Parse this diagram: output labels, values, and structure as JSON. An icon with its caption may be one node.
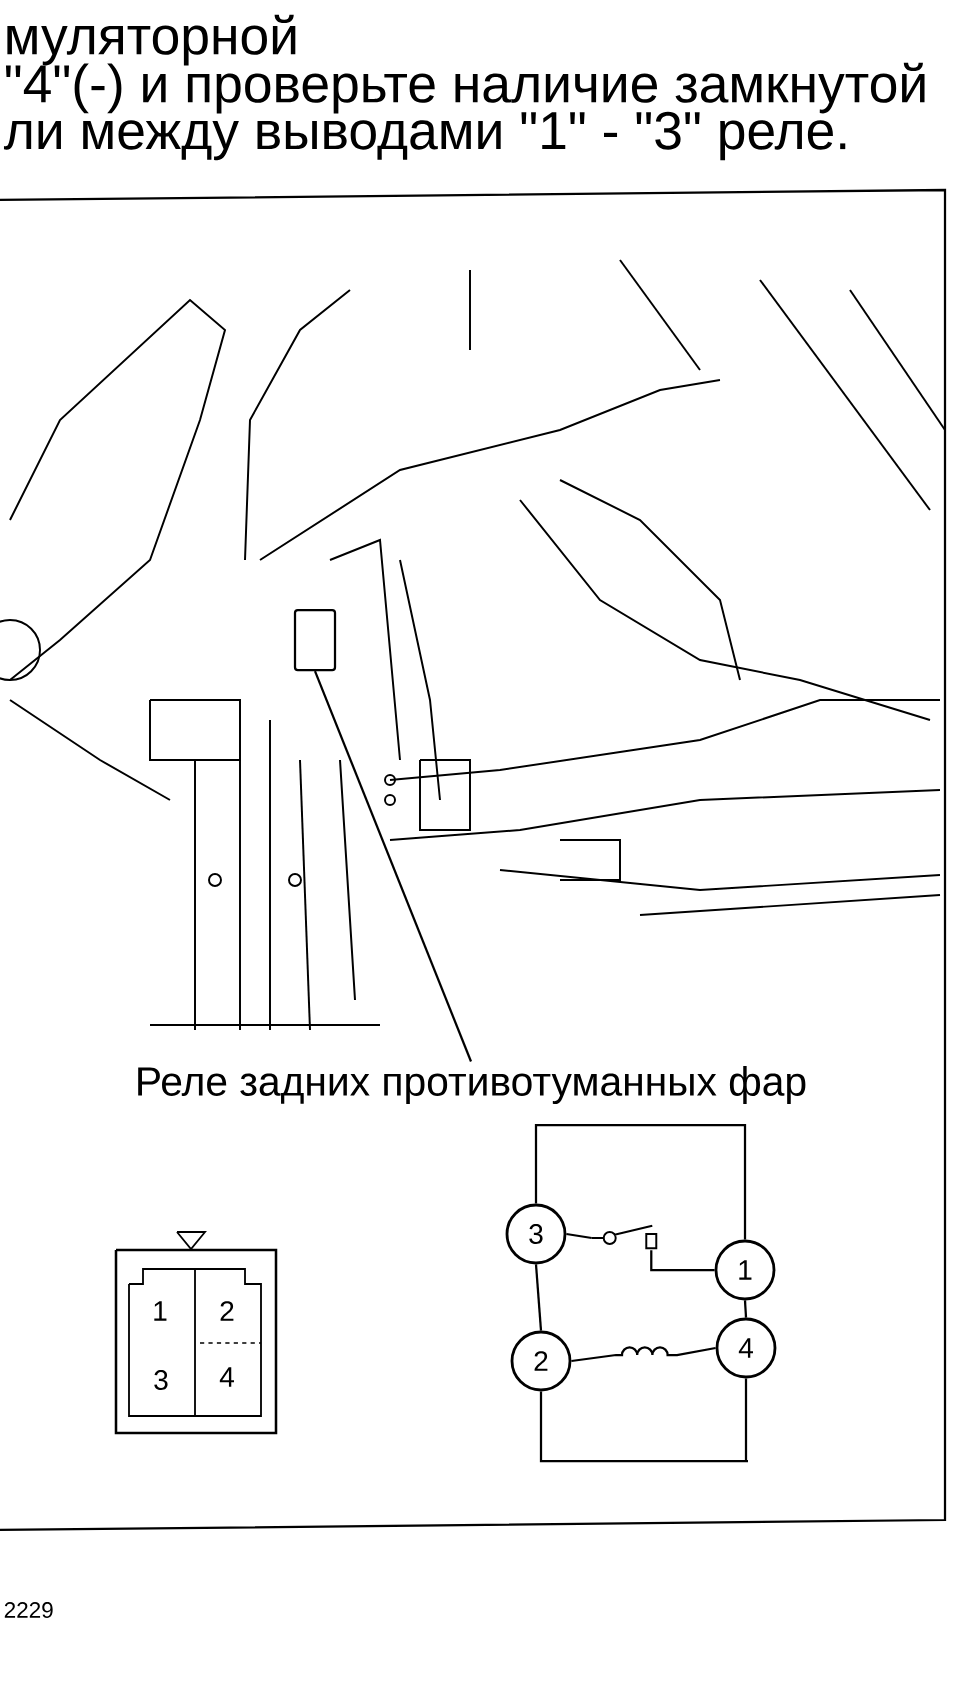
{
  "diagram": {
    "nodes": [
      {
        "text": [],
        "shape": "box"
      },
      {
        "text": [
          "Реле задних противотуманных фар"
        ]
      },
      {
        "text": [
          "3"
        ]
      },
      {
        "text": [
          "1"
        ]
      },
      {
        "text": [
          "2"
        ]
      },
      {
        "text": [
          "4"
        ]
      },
      {
        "text": [],
        "shape": "switch"
      }
    ],
    "edges": [
      {
        "from": 1,
        "to": 0,
        "arrow": "none"
      },
      {
        "from": 2,
        "to": 6,
        "arrow": "none"
      },
      {
        "from": 6,
        "to": 3,
        "arrow": "none"
      },
      {
        "from": 2,
        "to": 3,
        "arrow": "none"
      },
      {
        "from": 2,
        "to": 4,
        "arrow": "none"
      },
      {
        "from": 4,
        "to": 5,
        "arrow": "none"
      },
      {
        "from": 4,
        "to": 5,
        "arrow": "none"
      },
      {
        "from": 3,
        "to": 5,
        "arrow": "none"
      }
    ],
    "labels": [
      "муляторной",
      "\"4\"(-) и проверьте наличие замкнутой",
      "ли между выводами \"1\" - \"3\" реле.",
      "1",
      "2",
      "3",
      "4",
      "2229"
    ]
  }
}
